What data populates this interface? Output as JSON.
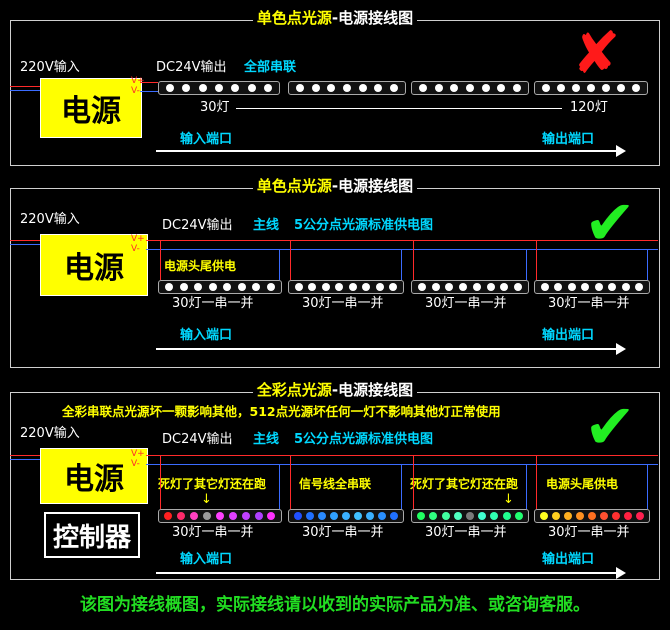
{
  "panel1": {
    "title_a": "单色点光源",
    "title_b": "-电源接线图",
    "input": "220V输入",
    "psu": "电源",
    "vplus": "V+",
    "vminus": "V-",
    "dc_out": "DC24V输出",
    "mode": "全部串联",
    "count_start": "30灯",
    "count_end": "120灯",
    "in_port": "输入端口",
    "out_port": "输出端口",
    "status_icon": "x-mark-icon"
  },
  "panel2": {
    "title_a": "单色点光源",
    "title_b": "-电源接线图",
    "input": "220V输入",
    "psu": "电源",
    "vplus": "V+",
    "vminus": "V-",
    "dc_out": "DC24V输出",
    "main_line": "主线",
    "standard": "5公分点光源标准供电图",
    "head_tail": "电源头尾供电",
    "seg_label": "30灯一串一并",
    "in_port": "输入端口",
    "out_port": "输出端口",
    "status_icon": "check-mark-icon"
  },
  "panel3": {
    "title_a": "全彩点光源",
    "title_b": "-电源接线图",
    "note": "全彩串联点光源坏一颗影响其他，512点光源坏任何一灯不影响其他灯正常使用",
    "input": "220V输入",
    "psu": "电源",
    "controller": "控制器",
    "vplus": "V+",
    "vminus": "V-",
    "dc_out": "DC24V输出",
    "main_line": "主线",
    "standard": "5公分点光源标准供电图",
    "seg1_top": "死灯了其它灯还在跑",
    "seg2_top": "信号线全串联",
    "seg3_top": "死灯了其它灯还在跑",
    "seg4_top": "电源头尾供电",
    "seg_label": "30灯一串一并",
    "in_port": "输入端口",
    "out_port": "输出端口",
    "status_icon": "check-mark-icon"
  },
  "footer": "该图为接线概图，实际接线请以收到的实际产品为准、或咨询客服。",
  "colors": {
    "title_yellow": "#ffff00",
    "cyan": "#00d8ff",
    "psu_yellow": "#ffff00",
    "wire_red": "#ff2a2a",
    "wire_blue": "#3b6cff",
    "check_green": "#22ee22",
    "x_red": "#ff1a1a",
    "footer_green": "#22dd22"
  },
  "rgb_dots": {
    "seg1": [
      "#ff2020",
      "#ff2a6a",
      "#ff40c0",
      "#9a9a9a",
      "#ff40ff",
      "#e040ff",
      "#c040ff",
      "#b040ff",
      "#ff30ff"
    ],
    "seg2": [
      "#2050ff",
      "#2070ff",
      "#2a8aff",
      "#30a0ff",
      "#3ab0ff",
      "#40c0ff",
      "#3ab0ff",
      "#2a90ff",
      "#2070ff"
    ],
    "seg3": [
      "#20ff60",
      "#30ff80",
      "#40ffa0",
      "#50ffc0",
      "#7a7a7a",
      "#40ffd0",
      "#30ffb0",
      "#20ff90",
      "#20ff70"
    ],
    "seg4": [
      "#ffff20",
      "#ffd020",
      "#ffb020",
      "#ff9020",
      "#ff7020",
      "#ff5030",
      "#ff3030",
      "#ff2040",
      "#ff2050"
    ]
  }
}
